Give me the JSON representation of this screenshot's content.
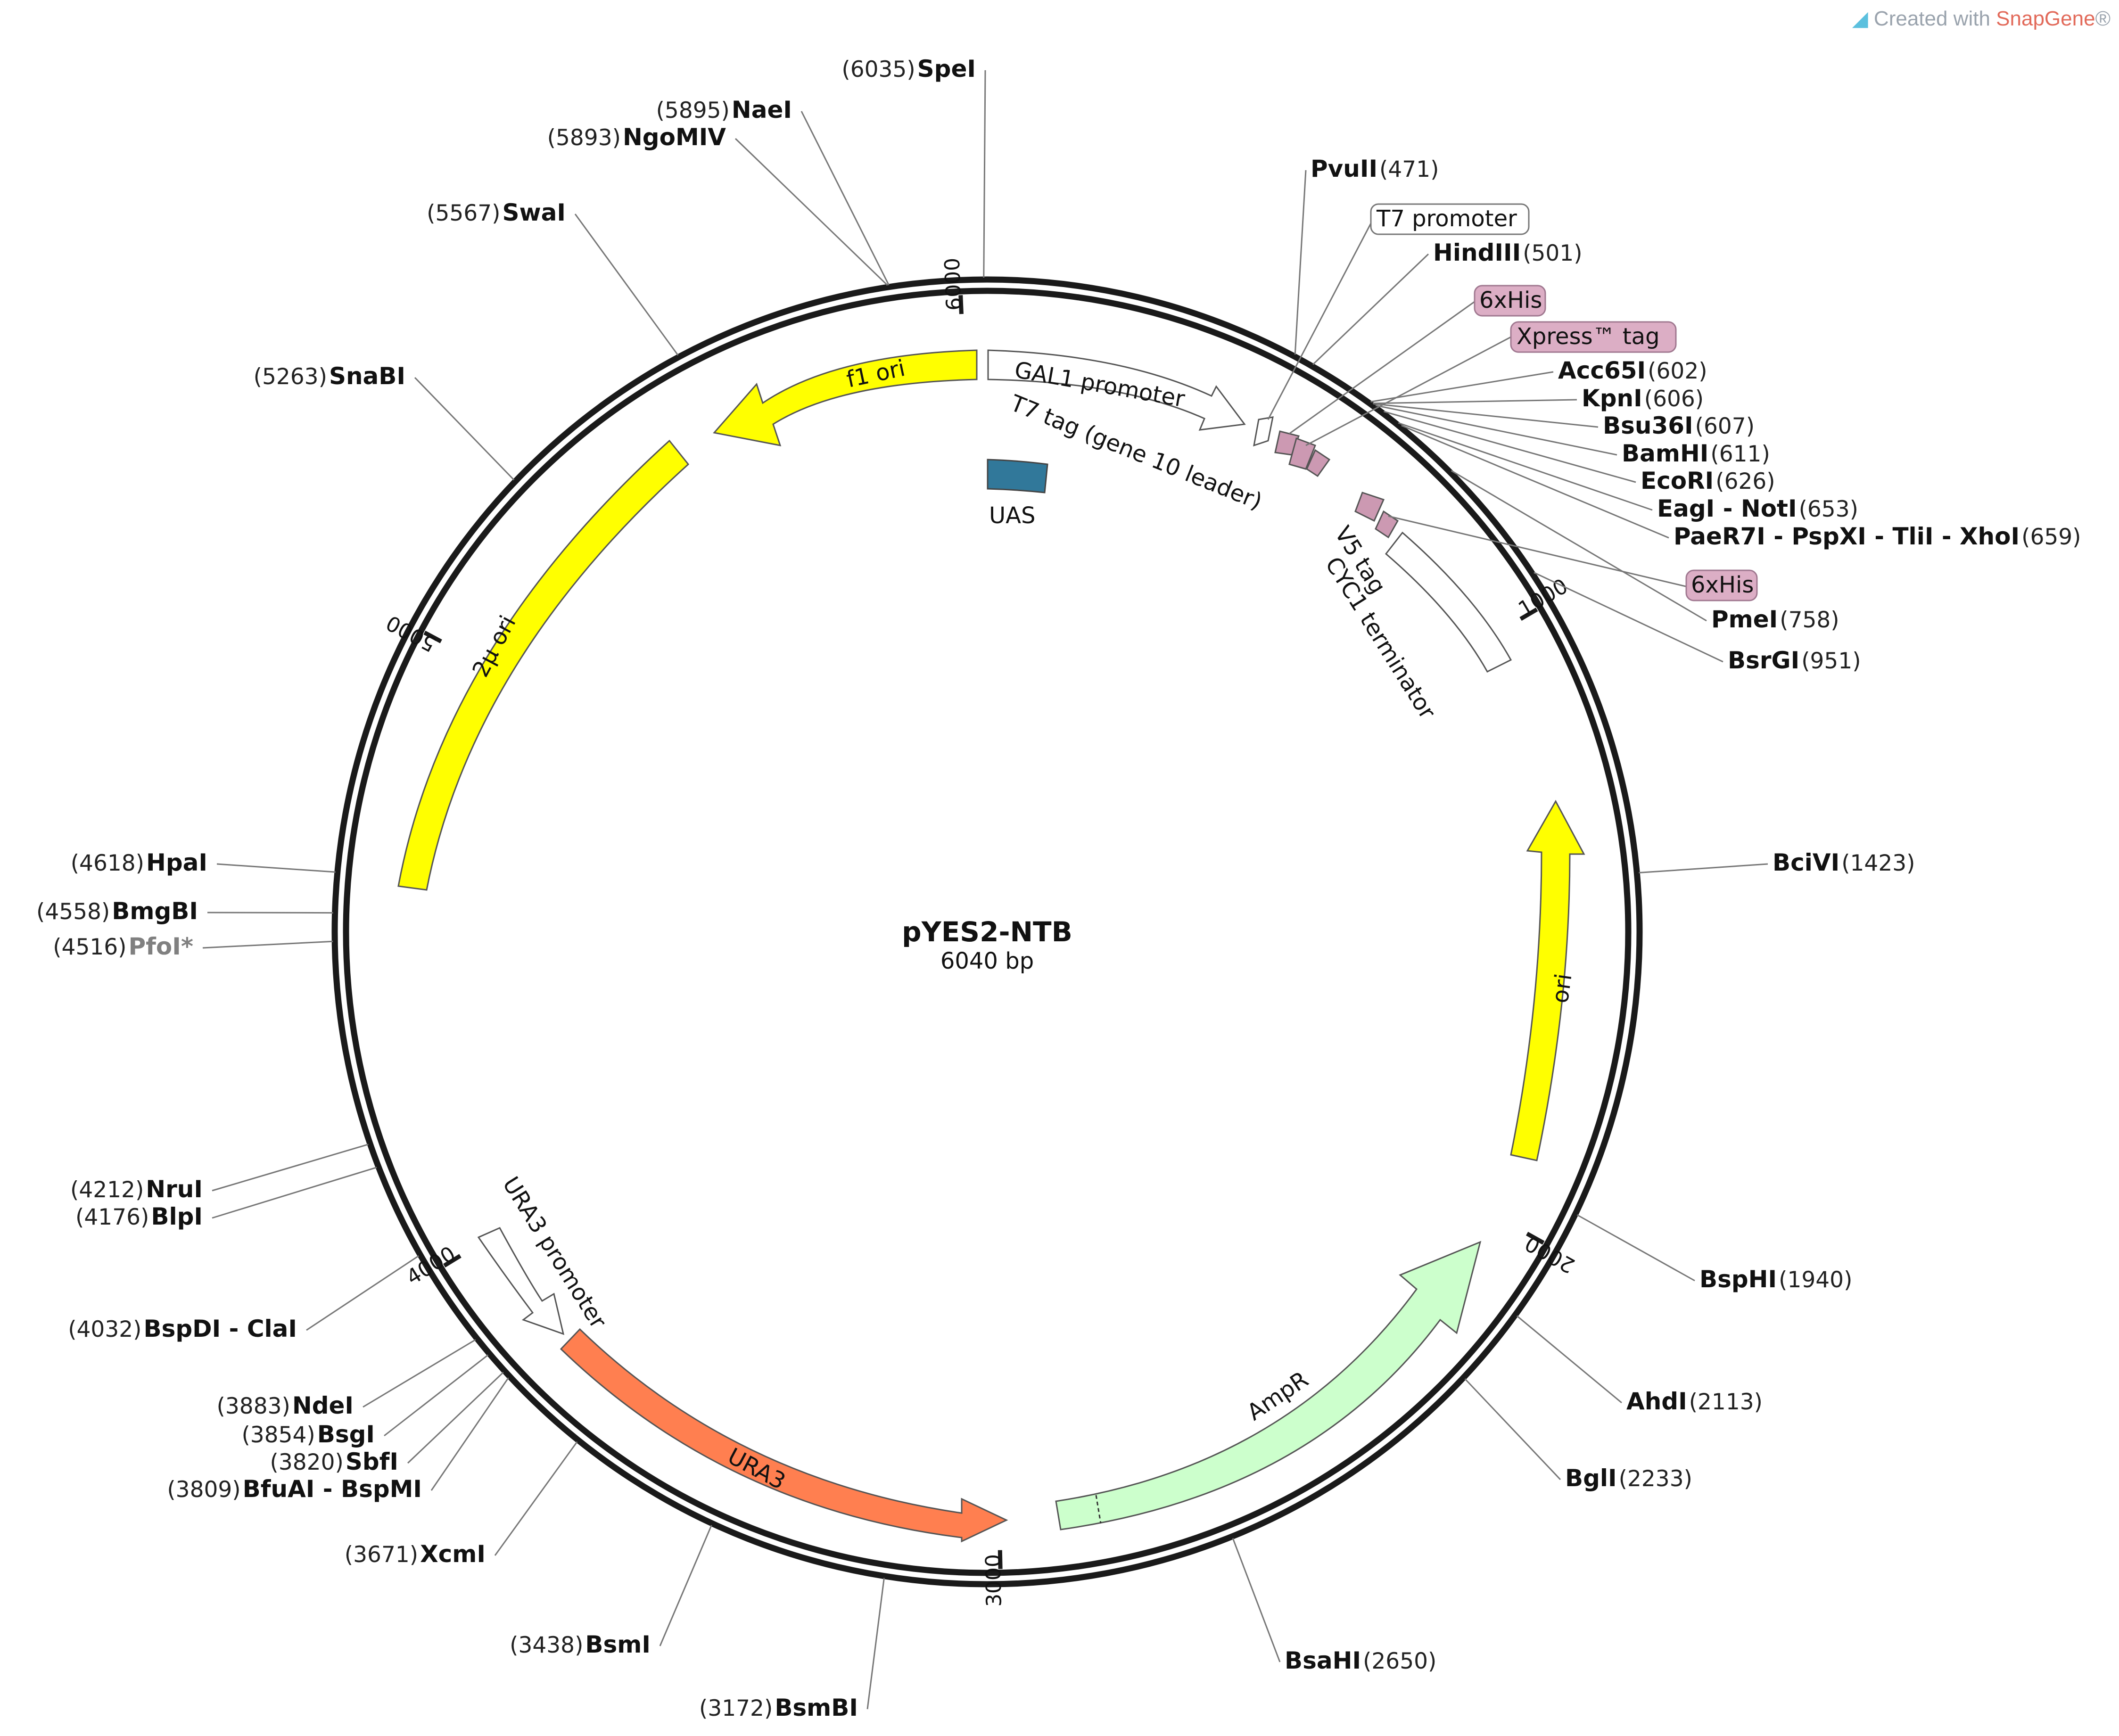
{
  "credit": {
    "prefix": "Created with",
    "brand": "SnapGene",
    "mark": "®"
  },
  "plasmid": {
    "name": "pYES2-NTB",
    "size_label": "6040 bp",
    "length": 6040
  },
  "scale_ticks": [
    {
      "pos": 1000,
      "label": "1000"
    },
    {
      "pos": 2000,
      "label": "2000"
    },
    {
      "pos": 3000,
      "label": "3000"
    },
    {
      "pos": 4000,
      "label": "4000"
    },
    {
      "pos": 5000,
      "label": "5000"
    },
    {
      "pos": 6000,
      "label": "6000"
    }
  ],
  "sites": [
    {
      "pos": 6035,
      "name": "SpeI",
      "num": "(6035)"
    },
    {
      "pos": 5895,
      "name": "NaeI",
      "num": "(5895)"
    },
    {
      "pos": 5893,
      "name": "NgoMIV",
      "num": "(5893)"
    },
    {
      "pos": 5567,
      "name": "SwaI",
      "num": "(5567)"
    },
    {
      "pos": 5263,
      "name": "SnaBI",
      "num": "(5263)"
    },
    {
      "pos": 4618,
      "name": "HpaI",
      "num": "(4618)"
    },
    {
      "pos": 4558,
      "name": "BmgBI",
      "num": "(4558)"
    },
    {
      "pos": 4516,
      "name": "PfoI*",
      "num": "(4516)",
      "gray": true
    },
    {
      "pos": 4212,
      "name": "NruI",
      "num": "(4212)"
    },
    {
      "pos": 4176,
      "name": "BlpI",
      "num": "(4176)"
    },
    {
      "pos": 4032,
      "name": "BspDI - ClaI",
      "num": "(4032)"
    },
    {
      "pos": 3883,
      "name": "NdeI",
      "num": "(3883)"
    },
    {
      "pos": 3854,
      "name": "BsgI",
      "num": "(3854)"
    },
    {
      "pos": 3820,
      "name": "SbfI",
      "num": "(3820)"
    },
    {
      "pos": 3809,
      "name": "BfuAI - BspMI",
      "num": "(3809)"
    },
    {
      "pos": 3671,
      "name": "XcmI",
      "num": "(3671)"
    },
    {
      "pos": 3438,
      "name": "BsmI",
      "num": "(3438)"
    },
    {
      "pos": 3172,
      "name": "BsmBI",
      "num": "(3172)"
    },
    {
      "pos": 471,
      "name": "PvuII",
      "num": "(471)"
    },
    {
      "pos": 501,
      "name": "HindIII",
      "num": "(501)"
    },
    {
      "pos": 602,
      "name": "Acc65I",
      "num": "(602)"
    },
    {
      "pos": 606,
      "name": "KpnI",
      "num": "(606)"
    },
    {
      "pos": 607,
      "name": "Bsu36I",
      "num": "(607)"
    },
    {
      "pos": 611,
      "name": "BamHI",
      "num": "(611)"
    },
    {
      "pos": 626,
      "name": "EcoRI",
      "num": "(626)"
    },
    {
      "pos": 653,
      "name": "EagI - NotI",
      "num": "(653)"
    },
    {
      "pos": 659,
      "name": "PaeR7I - PspXI - TliI - XhoI",
      "num": "(659)"
    },
    {
      "pos": 758,
      "name": "PmeI",
      "num": "(758)"
    },
    {
      "pos": 951,
      "name": "BsrGI",
      "num": "(951)"
    },
    {
      "pos": 1423,
      "name": "BciVI",
      "num": "(1423)"
    },
    {
      "pos": 1940,
      "name": "BspHI",
      "num": "(1940)"
    },
    {
      "pos": 2113,
      "name": "AhdI",
      "num": "(2113)"
    },
    {
      "pos": 2233,
      "name": "BglI",
      "num": "(2233)"
    },
    {
      "pos": 2650,
      "name": "BsaHI",
      "num": "(2650)"
    }
  ],
  "feature_boxes": [
    {
      "label": "T7 promoter",
      "style": "white"
    },
    {
      "label": "6xHis",
      "style": "pink"
    },
    {
      "label": "Xpress™ tag",
      "style": "pink"
    },
    {
      "label": "6xHis",
      "style": "pink"
    }
  ],
  "features": [
    {
      "name": "f1 ori",
      "color": "#ffff00"
    },
    {
      "name": "GAL1 promoter",
      "color": "#ffffff"
    },
    {
      "name": "T7 tag (gene 10 leader)",
      "color": "#ffffff"
    },
    {
      "name": "UAS",
      "color": "#31789a"
    },
    {
      "name": "V5 tag",
      "color": "#cc99b2"
    },
    {
      "name": "CYC1 terminator",
      "color": "#ffffff"
    },
    {
      "name": "2µ ori",
      "color": "#ffff00"
    },
    {
      "name": "ori",
      "color": "#ffff00"
    },
    {
      "name": "AmpR",
      "color": "#ccffcc"
    },
    {
      "name": "URA3",
      "color": "#ff7f50"
    },
    {
      "name": "URA3 promoter",
      "color": "#ffffff"
    }
  ],
  "colors": {
    "backbone": "#1a1a1a",
    "leader": "#777777",
    "pink_tag": "#cc99b2"
  }
}
